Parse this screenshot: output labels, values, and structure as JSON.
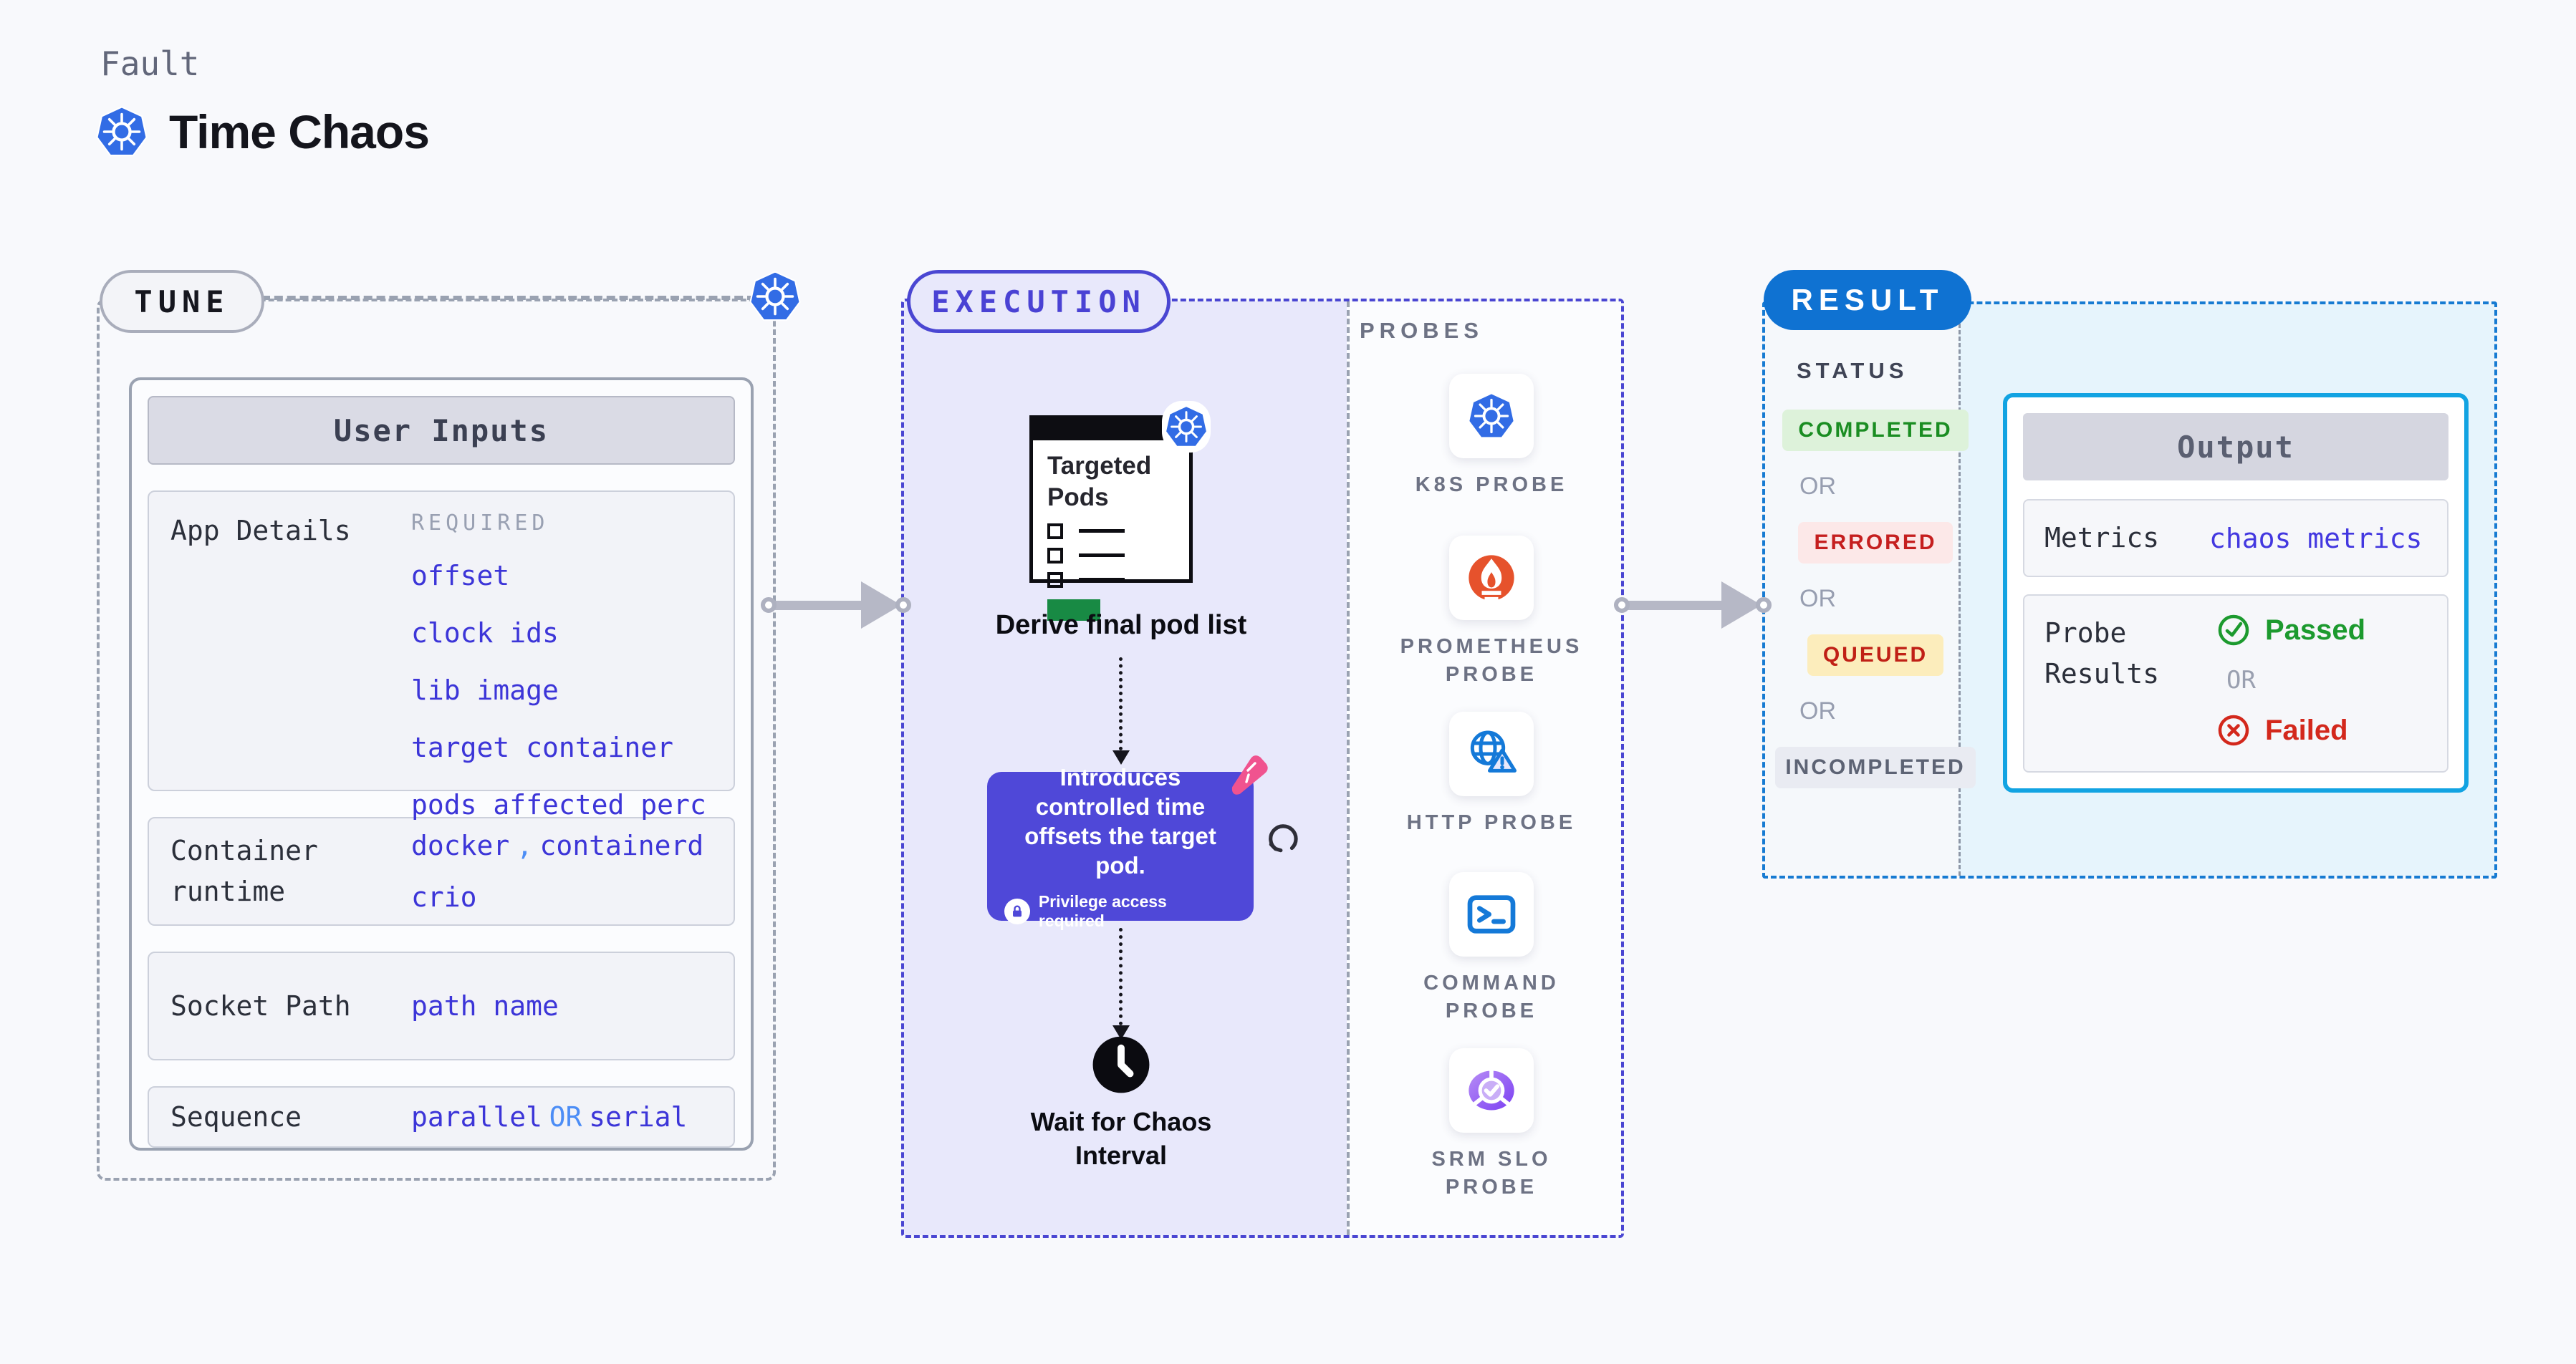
{
  "header": {
    "category": "Fault",
    "title": "Time Chaos"
  },
  "colors": {
    "k8s_blue": "#326ce5",
    "accent_indigo": "#4a46d2",
    "link_purple": "#3c35d8",
    "link_light_blue": "#4c8df6",
    "result_pill_blue": "#0f72d2",
    "output_border_cyan": "#12a3e2",
    "passed_green": "#1c9a2e",
    "failed_red": "#d3281c",
    "prometheus_orange": "#e6522c",
    "srm_purple": "#8b4bf0",
    "effect_card_purple": "#4f48d8",
    "pods_green_bar": "#188a44",
    "pink_sticker": "#f0538f",
    "completed_badge": "#1a8d22",
    "errored_badge": "#c51f1f",
    "queued_badge": "#c02016",
    "incompleted_badge": "#5d6374"
  },
  "tune": {
    "pill": "TUNE",
    "user_inputs": {
      "title": "User Inputs",
      "app_details": {
        "label": "App Details",
        "tag": "REQUIRED",
        "links": [
          "offset",
          "clock ids",
          "lib image",
          "target container",
          "pods affected perc"
        ]
      },
      "container_runtime": {
        "label": "Container runtime",
        "value1": "docker",
        "separator": ",",
        "value2": "containerd",
        "value3": "crio"
      },
      "socket_path": {
        "label": "Socket Path",
        "value": "path name"
      },
      "sequence": {
        "label": "Sequence",
        "value1": "parallel",
        "or": "OR",
        "value2": "serial"
      }
    }
  },
  "execution": {
    "pill": "EXECUTION",
    "targeted_pods_title": "Targeted Pods",
    "derive_label": "Derive final pod list",
    "effect_card": {
      "text": "Introduces controlled time offsets the target pod.",
      "note": "Privilege access required"
    },
    "wait_label": "Wait for Chaos Interval",
    "probes": {
      "title": "PROBES",
      "items": [
        {
          "name": "K8S PROBE"
        },
        {
          "name": "PROMETHEUS PROBE"
        },
        {
          "name": "HTTP PROBE"
        },
        {
          "name": "COMMAND PROBE"
        },
        {
          "name": "SRM SLO PROBE"
        }
      ]
    }
  },
  "result": {
    "pill": "RESULT",
    "status": {
      "title": "STATUS",
      "or": "OR",
      "badges": [
        {
          "label": "COMPLETED"
        },
        {
          "label": "ERRORED"
        },
        {
          "label": "QUEUED"
        },
        {
          "label": "INCOMPLETED"
        }
      ]
    },
    "output": {
      "title": "Output",
      "metrics_label": "Metrics",
      "metrics_link": "chaos metrics",
      "probe_results_label": "Probe Results",
      "passed": "Passed",
      "or": "OR",
      "failed": "Failed"
    }
  }
}
